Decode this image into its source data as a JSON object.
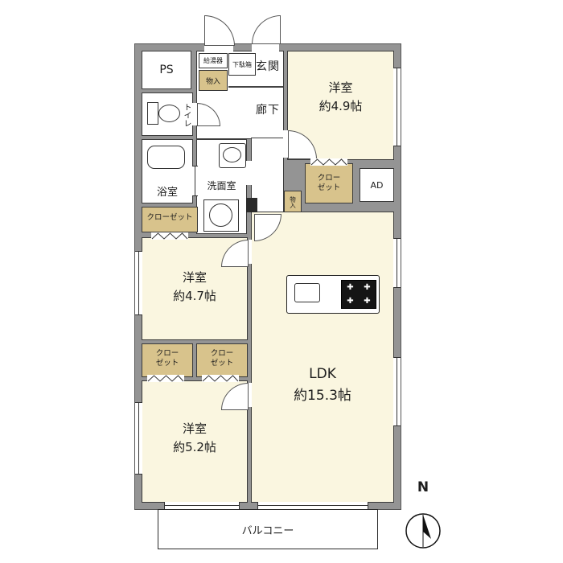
{
  "floorplan": {
    "colors": {
      "wall": "#949494",
      "room": "#faf6e0",
      "closet": "#d8c38c"
    },
    "rooms": {
      "bedroom1": {
        "name": "洋室",
        "size": "約4.9帖"
      },
      "bedroom2": {
        "name": "洋室",
        "size": "約4.7帖"
      },
      "bedroom3": {
        "name": "洋室",
        "size": "約5.2帖"
      },
      "ldk": {
        "name": "LDK",
        "size": "約15.3帖"
      }
    },
    "labels": {
      "ps": "PS",
      "water_heater": "給湯器",
      "storage_top": "物入",
      "shoe_cabinet": "下駄箱",
      "entrance": "玄関",
      "corridor": "廊下",
      "toilet": "トイレ",
      "bathroom": "浴室",
      "washroom": "洗面室",
      "storage_mid": "物入",
      "air_duct": "AD",
      "closet_two_line_1": "クロー",
      "closet_two_line_2": "ゼット",
      "closet_one_line": "クローゼット",
      "balcony": "バルコニー",
      "compass_north": "N"
    },
    "icons": {
      "burner_glyph": "✚"
    }
  }
}
